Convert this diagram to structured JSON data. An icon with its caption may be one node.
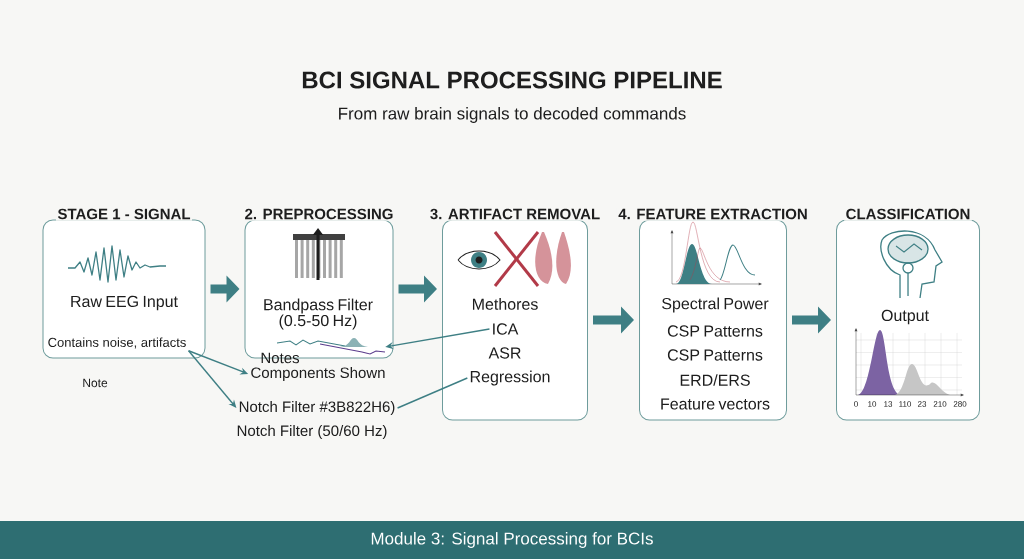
{
  "diagram": {
    "title": "BCI SIGNAL PROCESSING PIPELINE",
    "caption": "Module 3: Signal Processing for BCIs",
    "nodes": [
      {
        "text": [
          "STAGE 1 - SIGNAL",
          "Raw EEG Input"
        ]
      },
      {
        "text": [
          "Contains noise, artifacts"
        ],
        "in": 0
      },
      {
        "text": [
          "2. PREPROCESSING",
          "Bandpass Filter (0.5-50 Hz)"
        ]
      },
      {
        "text": [],
        "shape": "picture",
        "in": 2
      },
      {
        "text": [
          "Components Shown"
        ]
      },
      {
        "text": [
          "Notch Filter #3B822H6)"
        ]
      },
      {
        "text": [
          "3. ARTIFACT REMOVAL"
        ]
      },
      {
        "text": [
          "Methores"
        ],
        "in": 6
      },
      {
        "text": [
          "ICA"
        ],
        "in": 6
      },
      {
        "text": [
          "ASR"
        ],
        "in": 6
      },
      {
        "text": [
          "Regression"
        ],
        "in": 6
      },
      {
        "text": [
          "4. FEATURE EXTRACTION",
          "Spectral Power",
          "CSP Patterns",
          "CSP Patterns",
          "ERD/ERS",
          "Feature vectors"
        ]
      },
      {
        "text": [
          "CLASSIFICATION",
          "Output"
        ]
      }
    ],
    "edges": [
      {
        "from": 0,
        "to": 2,
        "arrow": "to",
        "style": "thick"
      },
      {
        "from": 2,
        "to": 6,
        "arrow": "to",
        "style": "thick"
      },
      {
        "from": 6,
        "to": 11,
        "arrow": "to",
        "style": "thick"
      },
      {
        "from": 11,
        "to": 12,
        "arrow": "to",
        "style": "thick"
      },
      {
        "from": 1,
        "to": 5,
        "arrow": "to"
      },
      {
        "from": 1,
        "to": 4,
        "arrow": "to"
      },
      {
        "from": 8,
        "to": 3,
        "arrow": "to"
      },
      {
        "from": 5,
        "to": 10,
        "arrow": "none"
      }
    ],
    "labels": [
      "From raw brain signals to decoded commands",
      "Note",
      "Notes",
      "Notch Filter (50/60 Hz)",
      "0",
      "10",
      "13",
      "110",
      "23",
      "210",
      "280"
    ]
  }
}
